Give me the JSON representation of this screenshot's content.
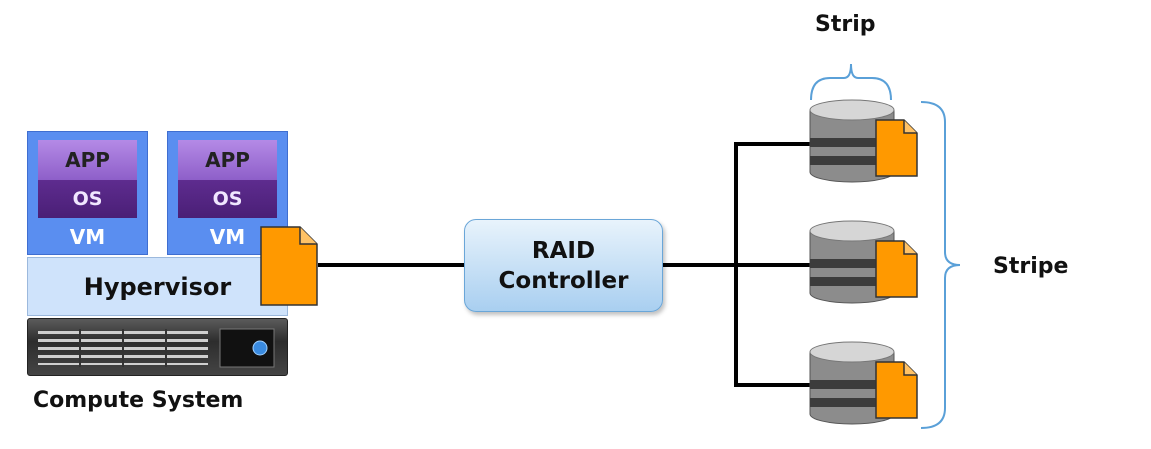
{
  "vms": [
    {
      "app": "APP",
      "os": "OS",
      "label": "VM"
    },
    {
      "app": "APP",
      "os": "OS",
      "label": "VM"
    }
  ],
  "hypervisor_label": "Hypervisor",
  "compute_system_label": "Compute System",
  "raid_controller_label": "RAID\nController",
  "strip_label": "Strip",
  "stripe_label": "Stripe",
  "colors": {
    "vm": "#5a8ef0",
    "app": "#9c6fd6",
    "os": "#5e2c8f",
    "hypervisor": "#cfe3fb",
    "raid": "#a9cff0",
    "file": "#ff9900",
    "bracket": "#5aa0d8",
    "line": "#000000"
  }
}
